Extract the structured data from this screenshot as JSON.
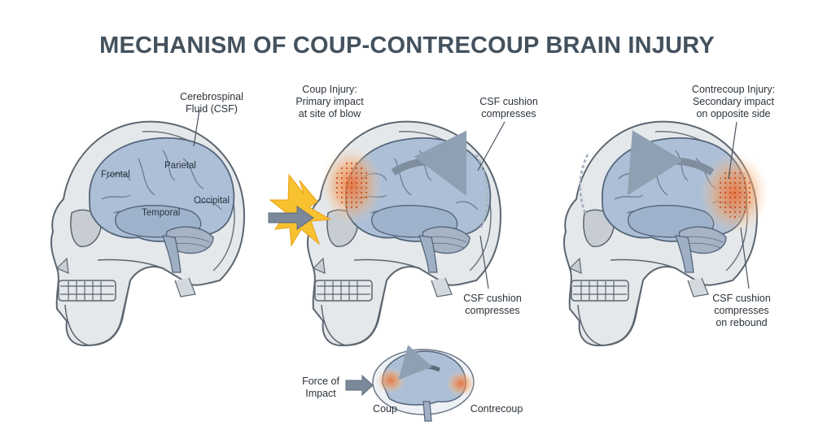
{
  "title": "MECHANISM OF COUP-CONTRECOUP BRAIN INJURY",
  "panel1": {
    "csf_label": "Cerebrospinal\nFluid (CSF)",
    "lobes": {
      "frontal": "Frontal",
      "parietal": "Parietal",
      "occipital": "Occipital",
      "temporal": "Temporal"
    }
  },
  "panel2": {
    "coup_label": "Coup Injury:\nPrimary impact\nat site of blow",
    "csf_top": "CSF cushion\ncompresses",
    "csf_bottom": "CSF cushion\ncompresses"
  },
  "panel3": {
    "contrecoup_label": "Contrecoup Injury:\nSecondary impact\non opposite side",
    "csf_rebound": "CSF cushion\ncompresses\non rebound"
  },
  "inset": {
    "force_label": "Force of\nImpact",
    "coup": "Coup",
    "contrecoup": "Contrecoup"
  },
  "colors": {
    "title": "#44525e",
    "bone": "#e3e7ea",
    "bone_outline": "#5c6670",
    "brain": "#aebfd6",
    "arrow": "#7f8e9e",
    "impact_glow": "#f28a3c",
    "flash": "#f7c52e"
  }
}
